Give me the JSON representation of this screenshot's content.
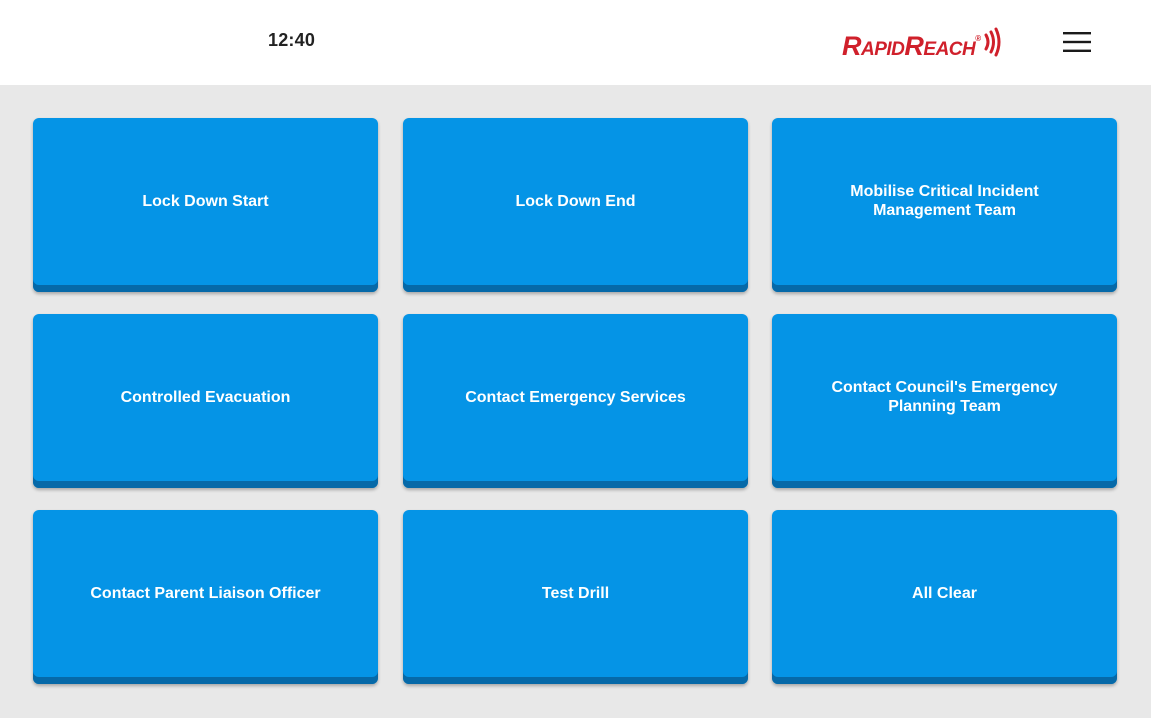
{
  "status_bar": {
    "time": "12:40"
  },
  "brand": {
    "name": "RapidReach",
    "trademark": "®",
    "color": "#d0202b"
  },
  "menu": {
    "icon": "hamburger-menu-icon"
  },
  "theme": {
    "page_background": "#e8e8e8",
    "header_background": "#ffffff",
    "tile_color": "#0594e6",
    "tile_shadow_color": "#0669a8",
    "tile_text_color": "#ffffff"
  },
  "tiles": [
    {
      "label": "Lock Down Start"
    },
    {
      "label": "Lock Down End"
    },
    {
      "label": "Mobilise Critical Incident Management Team"
    },
    {
      "label": "Controlled Evacuation"
    },
    {
      "label": "Contact Emergency Services"
    },
    {
      "label": "Contact Council's Emergency Planning Team"
    },
    {
      "label": "Contact Parent Liaison Officer"
    },
    {
      "label": "Test Drill"
    },
    {
      "label": "All Clear"
    }
  ]
}
